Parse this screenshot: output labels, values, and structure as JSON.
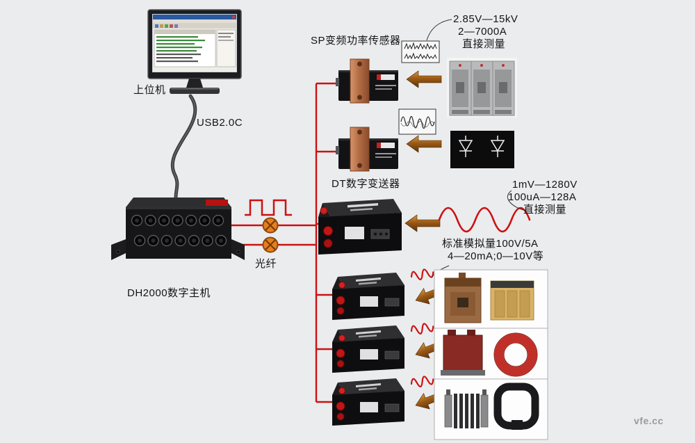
{
  "page": {
    "watermark": "vfe.cc",
    "background": "#ebecee"
  },
  "colors": {
    "line_red": "#cc1111",
    "arrow_brown": "#8a4a12",
    "copper": "#b5714f",
    "device_black": "#121214",
    "fiber_orange": "#e5801e"
  },
  "labels": {
    "host": "上位机",
    "usb": "USB2.0C",
    "dh2000": "DH2000数字主机",
    "fiber": "光纤",
    "sp_sensor": "SP变频功率传感器",
    "dt_transmitter": "DT数字变送器"
  },
  "annotations": {
    "direct_hv": {
      "line1": "2.85V—15kV",
      "line2": "2—7000A",
      "line3": "直接测量"
    },
    "direct_lv": {
      "line1": "1mV—1280V",
      "line2": "100uA—128A",
      "line3": "直接测量"
    },
    "analog": {
      "line1": "标准模拟量100V/5A",
      "line2": "4—20mA;0—10V等"
    }
  },
  "icons": {
    "fiber-connector-icon": "orange circle with X cross",
    "square-wave-icon": "red square wave trace",
    "sine-wave-icon": "red sine wave trace",
    "signal-squiggle-icon": "small red sine squiggle",
    "flow-arrow-icon": "brown beveled left-pointing arrow",
    "pwm-waveform-icon": "spiky distorted waveform thumbnail",
    "noisy-waveform-icon": "noisy AC waveform thumbnail"
  }
}
